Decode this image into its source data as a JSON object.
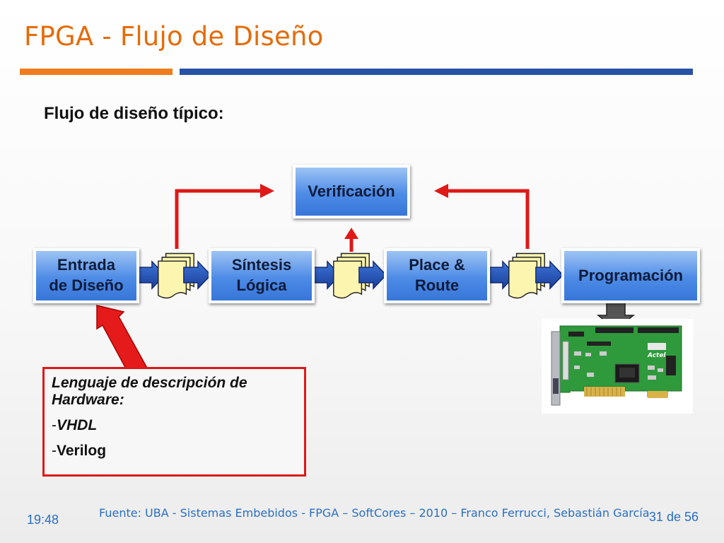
{
  "slide": {
    "title": "FPGA - Flujo de Diseño",
    "subtitle": "Flujo de diseño típico:"
  },
  "flow": {
    "verificacion": "Verificación",
    "entrada_line1": "Entrada",
    "entrada_line2": "de Diseño",
    "sintesis_line1": "Síntesis",
    "sintesis_line2": "Lógica",
    "place_line1": "Place &",
    "place_line2": "Route",
    "programacion": "Programación"
  },
  "hdl": {
    "title": "Lenguaje de descripción de Hardware:",
    "items": [
      {
        "dash": "-",
        "text": "VHDL"
      },
      {
        "dash": "-",
        "text": "Verilog"
      }
    ]
  },
  "board": {
    "brand_label": "Actel",
    "icon": "fpga-board-photo"
  },
  "footer": {
    "time": "19:48",
    "source": "Fuente: UBA - Sistemas Embebidos - FPGA – SoftCores – 2010 – Franco Ferrucci, Sebastián García",
    "page": "31 de 56"
  },
  "colors": {
    "title": "#e46c0a",
    "accent_orange": "#f07c1e",
    "accent_blue": "#2753a6",
    "flow_box": "#4d8be6",
    "feedback_arrow": "#e01818",
    "document_fill": "#fbf5b0",
    "footer_text": "#2a6fc2"
  }
}
